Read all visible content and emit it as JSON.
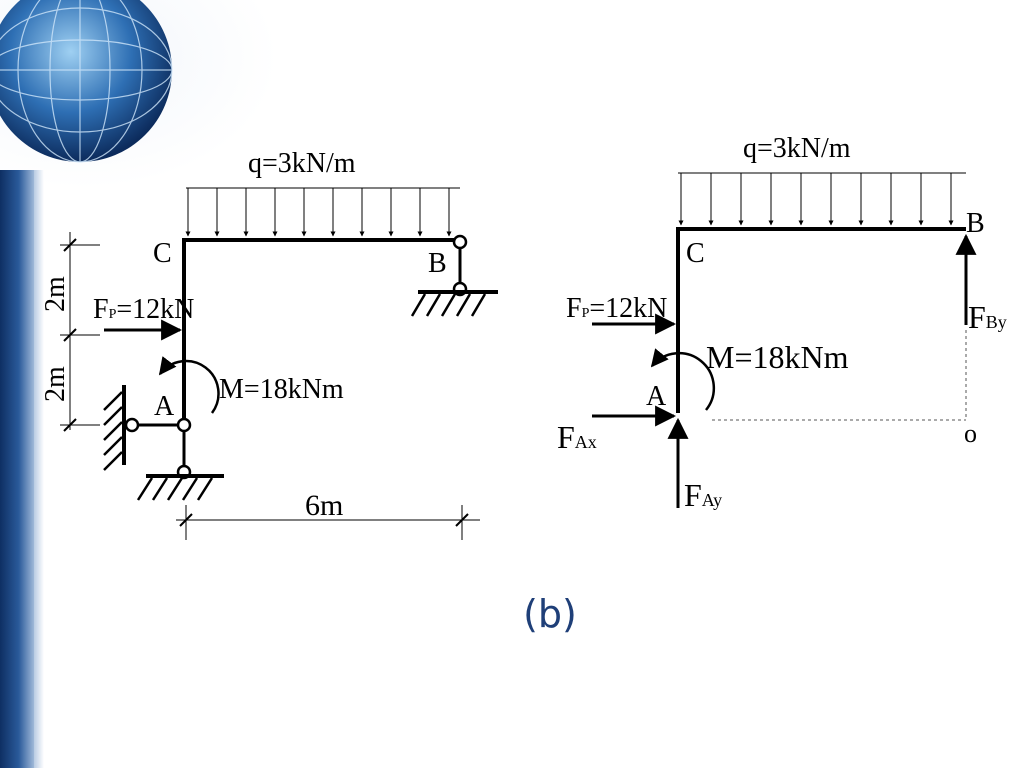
{
  "left_figure": {
    "load_label": "q=3kN/m",
    "node_c": "C",
    "node_b": "B",
    "node_a": "A",
    "force_label_main": "F",
    "force_label_sub": "P",
    "force_label_value": "=12kN",
    "moment_label": "M=18kNm",
    "dim_upper": "2m",
    "dim_lower": "2m",
    "dim_span": "6m"
  },
  "right_figure": {
    "load_label": "q=3kN/m",
    "node_c": "C",
    "node_b": "B",
    "node_a": "A",
    "node_o": "o",
    "force_label_main": "F",
    "force_label_sub": "P",
    "force_label_value": "=12kN",
    "moment_label": "M=18kNm",
    "fby_main": "F",
    "fby_sub": "By",
    "fax_main": "F",
    "fax_sub": "Ax",
    "fay_main": "F",
    "fay_sub": "Ay"
  },
  "caption": "(b)",
  "colors": {
    "accent": "#1f3f78",
    "band": "#2a5a9a",
    "line": "#000000"
  }
}
